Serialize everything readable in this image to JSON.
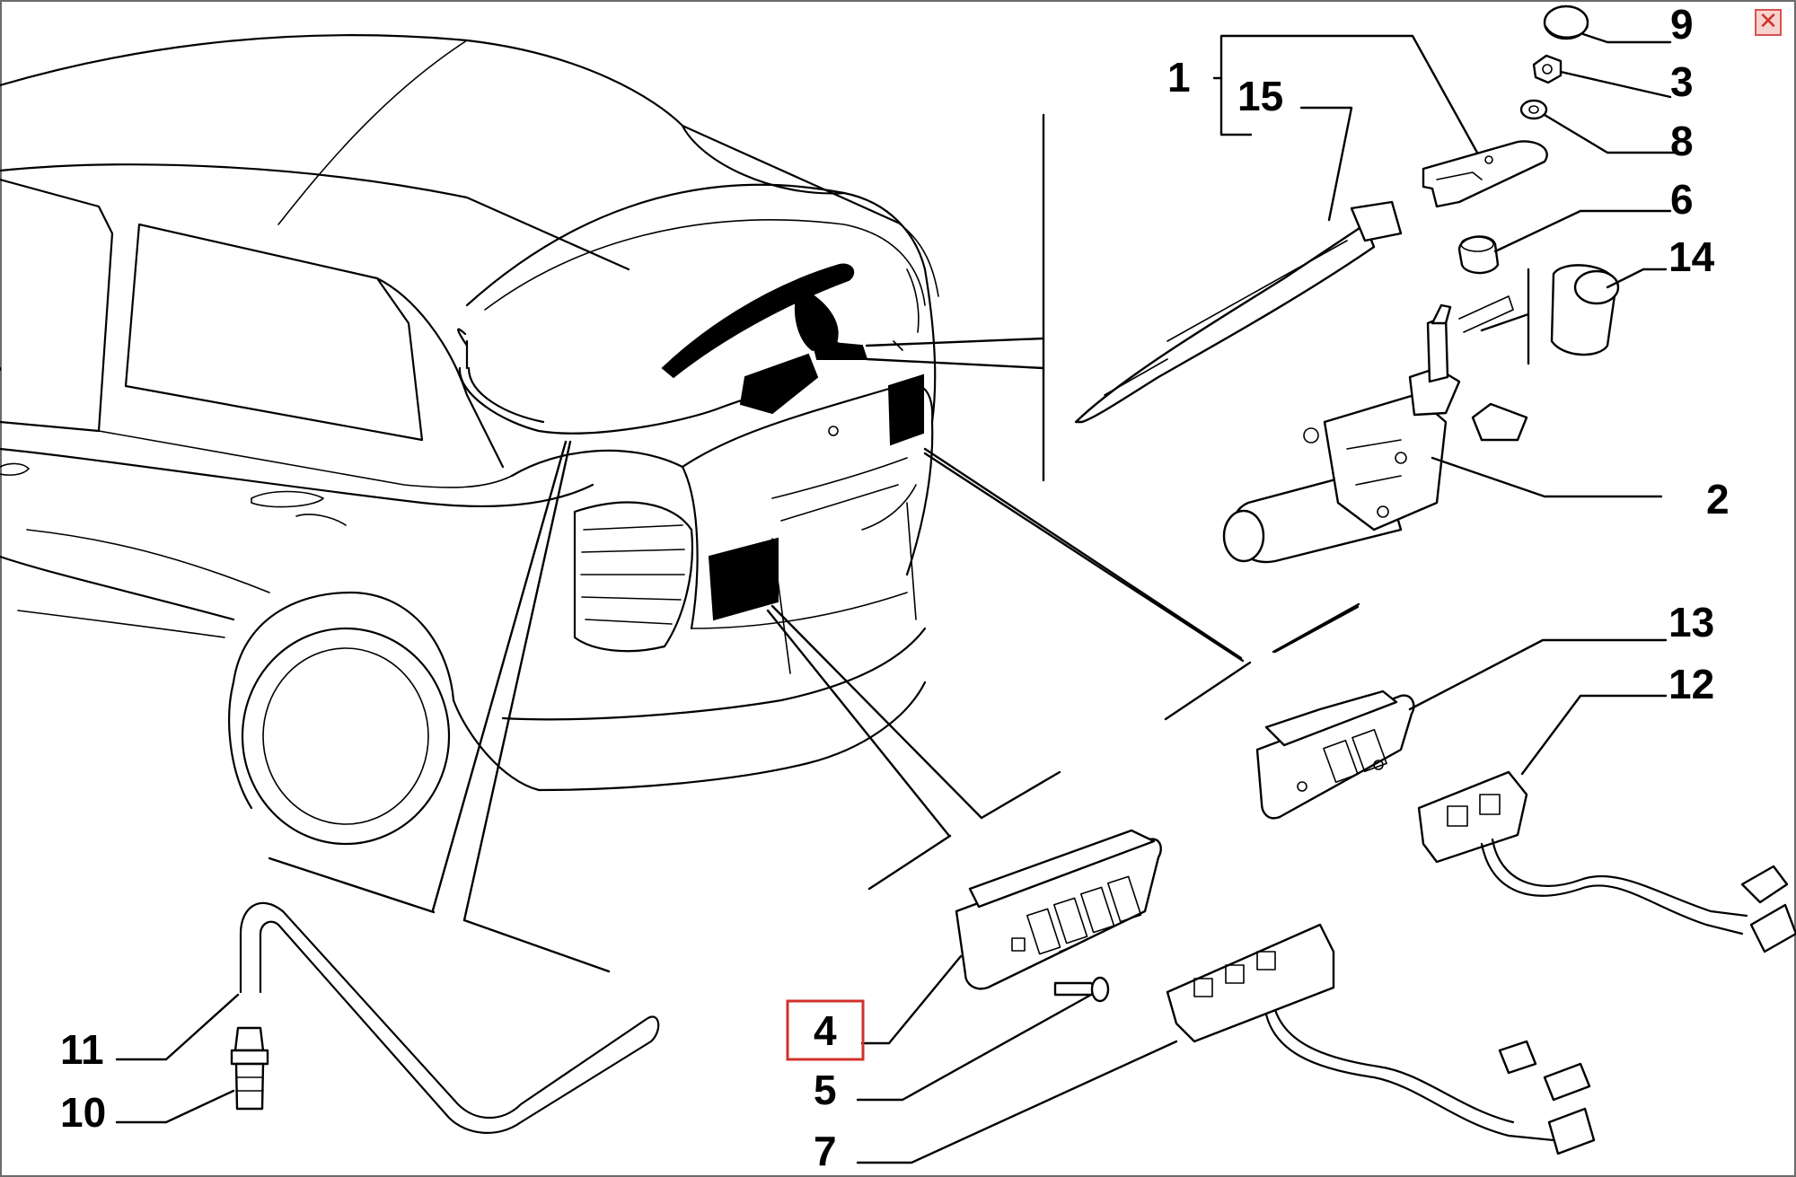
{
  "window": {
    "close_glyph": "✕"
  },
  "highlight": {
    "color": "#d0322b",
    "part": "4"
  },
  "callouts": {
    "c1": "1",
    "c2": "2",
    "c3": "3",
    "c4": "4",
    "c5": "5",
    "c6": "6",
    "c7": "7",
    "c8": "8",
    "c9": "9",
    "c10": "10",
    "c11": "11",
    "c12": "12",
    "c13": "13",
    "c14": "14",
    "c15": "15"
  },
  "icons": {
    "close": "close-icon"
  }
}
